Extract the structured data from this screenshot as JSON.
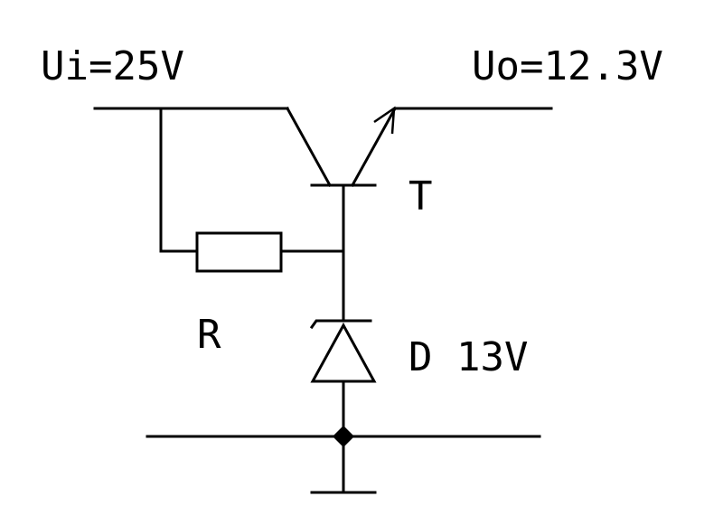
{
  "labels": {
    "input_voltage": "Ui=25V",
    "output_voltage": "Uo=12.3V",
    "transistor": "T",
    "resistor": "R",
    "zener_diode": "D 13V"
  },
  "colors": {
    "ink": "#000000",
    "background": "#ffffff"
  }
}
